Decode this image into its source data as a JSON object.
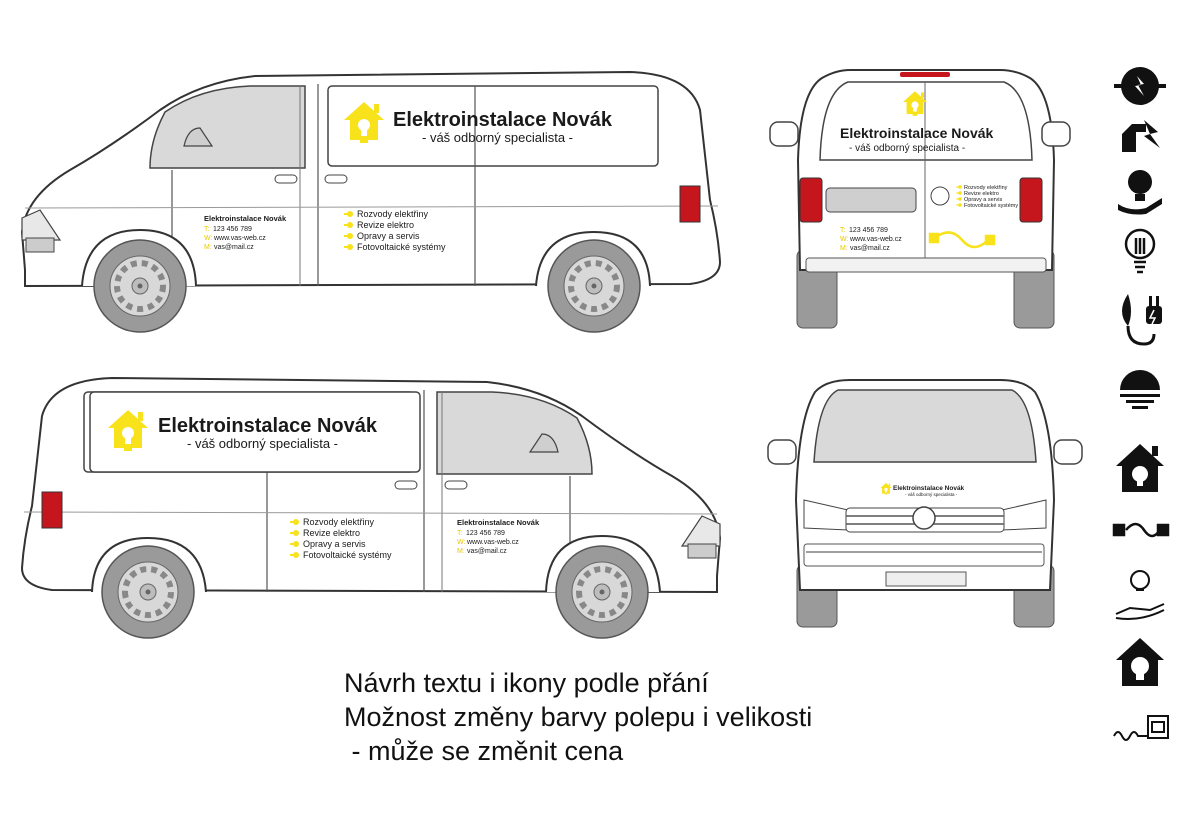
{
  "brand": {
    "name": "Elektroinstalace Novák",
    "tagline": "- váš odborný specialista -",
    "accent_color": "#f7e21b"
  },
  "contact": {
    "title": "Elektroinstalace Novák",
    "phone_prefix": "T:",
    "phone": "123 456 789",
    "web_prefix": "W:",
    "web": "www.vas-web.cz",
    "mail_prefix": "M:",
    "mail": "vas@mail.cz"
  },
  "services": [
    "Rozvody elektřiny",
    "Revize elektro",
    "Opravy a servis",
    "Fotovoltaické systémy"
  ],
  "views": [
    "side-left",
    "side-right",
    "rear",
    "front"
  ],
  "caption": {
    "line1": "Návrh textu i ikony podle přání",
    "line2": "Možnost změny barvy polepu i velikosti",
    "line3": " - může se změnit cena"
  },
  "icon_options": [
    "plug-lightning-icon",
    "hand-lightning-icon",
    "bulb-hand-icon",
    "bulb-filament-icon",
    "leaf-plug-icon",
    "half-bulb-icon",
    "house-plug-icon",
    "plug-cable-icon",
    "hand-bulb-icon",
    "house-bulb-icon",
    "cable-socket-icon"
  ]
}
